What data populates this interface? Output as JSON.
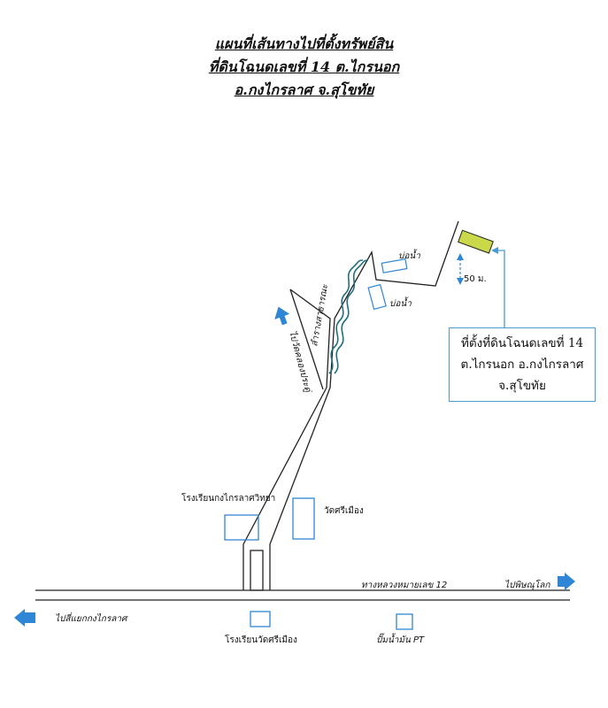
{
  "title": {
    "line1": "แผนที่เส้นทางไปที่ตั้งทรัพย์สิน",
    "line2": "ที่ดินโฉนดเลขที่ 14 ต.ไกรนอก",
    "line3": "อ.กงไกรลาศ จ.สุโขทัย"
  },
  "labels": {
    "pond_top": "บ่อน้ำ",
    "pond_mid": "บ่อน้ำ",
    "distance": "50 ม.",
    "canal": "ลำรางสาธารณะ",
    "to_wat_khlong": "ไปวัดคลองประดู่",
    "school_kong": "โรงเรียนกงไกรลาศวิทยา",
    "wat_si_mueang": "วัดศรีเมือง",
    "highway": "ทางหลวงหมายเลข 12",
    "to_phitsanulok": "ไปพิษณุโลก",
    "to_kong_intersection": "ไปสี่แยกกงไกรลาศ",
    "school_wat": "โรงเรียนวัดศรีเมือง",
    "gas_station": "ปั๊มน้ำมัน PT"
  },
  "callout": {
    "line1": "ที่ตั้งที่ดินโฉนดเลขที่ 14",
    "line2": "ต.ไกรนอก อ.กงไกรลาศ",
    "line3": "จ.สุโขทัย"
  },
  "colors": {
    "road": "#222222",
    "arrow": "#2e86d4",
    "building": "#2e86d4",
    "canal": "#1f6f80",
    "plot": "#c9d94a",
    "callout_border": "#4a9bd1"
  }
}
